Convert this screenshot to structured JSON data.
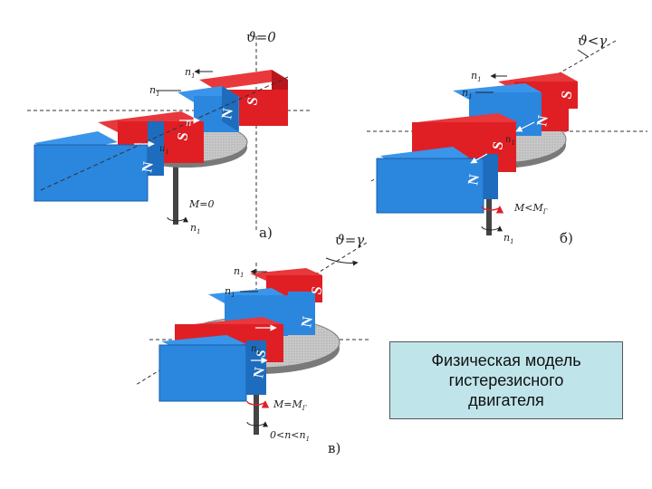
{
  "caption": "Физическая модель\nгистерезисного\nдвигателя",
  "panels": {
    "a": {
      "label": "а)",
      "angle": "ϑ=0",
      "torque": "M=0",
      "speed": "n",
      "speed_sub": "1",
      "field_n1_top": "n",
      "field_n1_mid": "n",
      "field_n1_bot": "n",
      "n1_sub": "1",
      "pole_top": "S",
      "pole_top_front": "N",
      "pole_bottom_left": "S",
      "pole_bottom_front": "N"
    },
    "b": {
      "label": "б)",
      "angle": "ϑ<γ",
      "torque": "M<M",
      "torque_sub": "Г",
      "speed": "n",
      "speed_sub": "1",
      "field_n1_top": "n",
      "field_n1_mid": "n",
      "field_n1_bot": "n",
      "n1_sub": "1",
      "pole_top": "S",
      "pole_top_front": "N",
      "pole_bottom_left": "S",
      "pole_bottom_front": "N"
    },
    "c": {
      "label": "в)",
      "angle": "ϑ=γ",
      "torque": "M=M",
      "torque_sub": "Г",
      "speed": "0<n<n",
      "speed_sub": "1",
      "field_n1_top": "n",
      "field_n1_mid": "n",
      "field_n1_bot": "n",
      "n1_sub": "1",
      "pole_top": "S",
      "pole_top_front": "N",
      "pole_bottom_left": "S",
      "pole_bottom_front": "N"
    }
  },
  "colors": {
    "red_magnet": "#e01f25",
    "red_magnet_top": "#e8383c",
    "red_magnet_side": "#b8161b",
    "blue_magnet": "#2b86de",
    "blue_magnet_top": "#3a95ea",
    "blue_magnet_side": "#1e6cbd",
    "disk": "#8c8c8c",
    "disk_top": "#a6a6a6",
    "caption_bg": "#bfe5ea"
  }
}
